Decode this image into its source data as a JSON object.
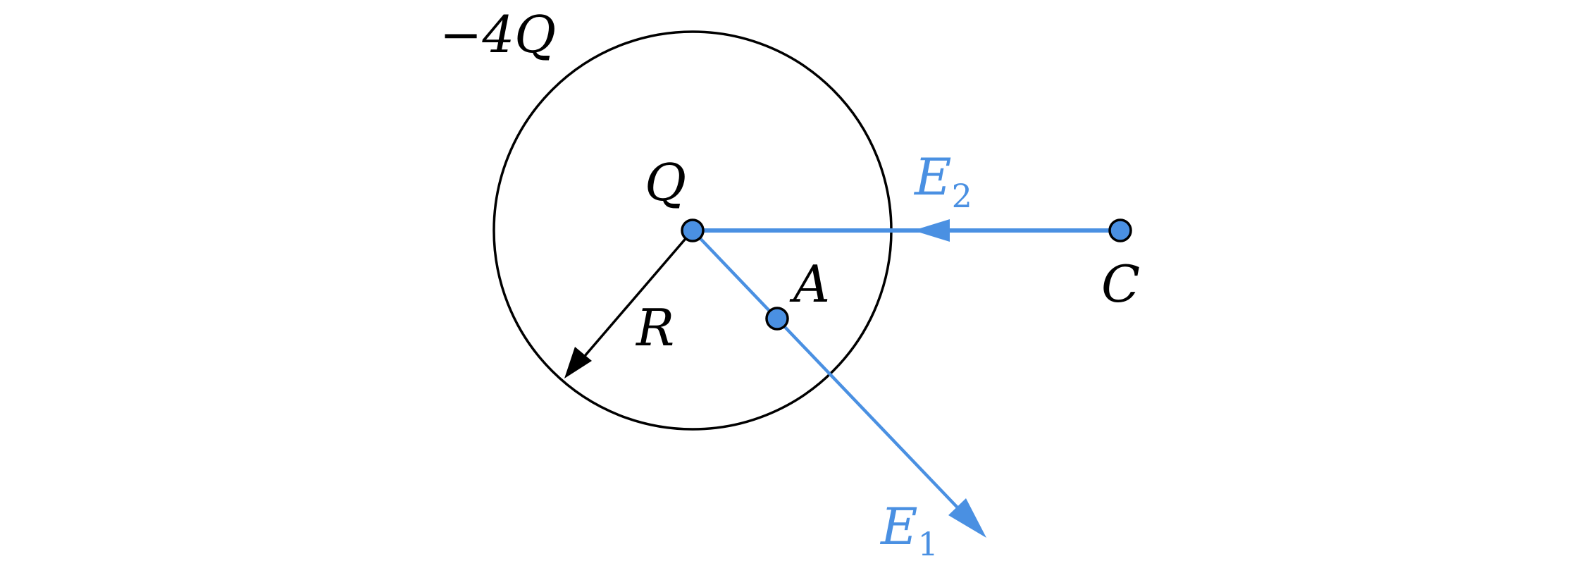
{
  "colors": {
    "accent_blue": "#4a90e2",
    "black": "#000000",
    "background": "#ffffff"
  },
  "labels": {
    "shell_charge_sign": "−",
    "shell_charge_rest": "4Q",
    "center_charge": "Q",
    "radius": "R",
    "point_a": "A",
    "point_c": "C",
    "field_1_base": "E",
    "field_1_sub": "1",
    "field_2_base": "E",
    "field_2_sub": "2"
  },
  "icons": {
    "center_point": "filled-circle-icon",
    "point_a": "filled-circle-icon",
    "point_c": "filled-circle-icon",
    "radius_arrow": "arrow-icon",
    "field_arrows": "arrow-icon"
  }
}
